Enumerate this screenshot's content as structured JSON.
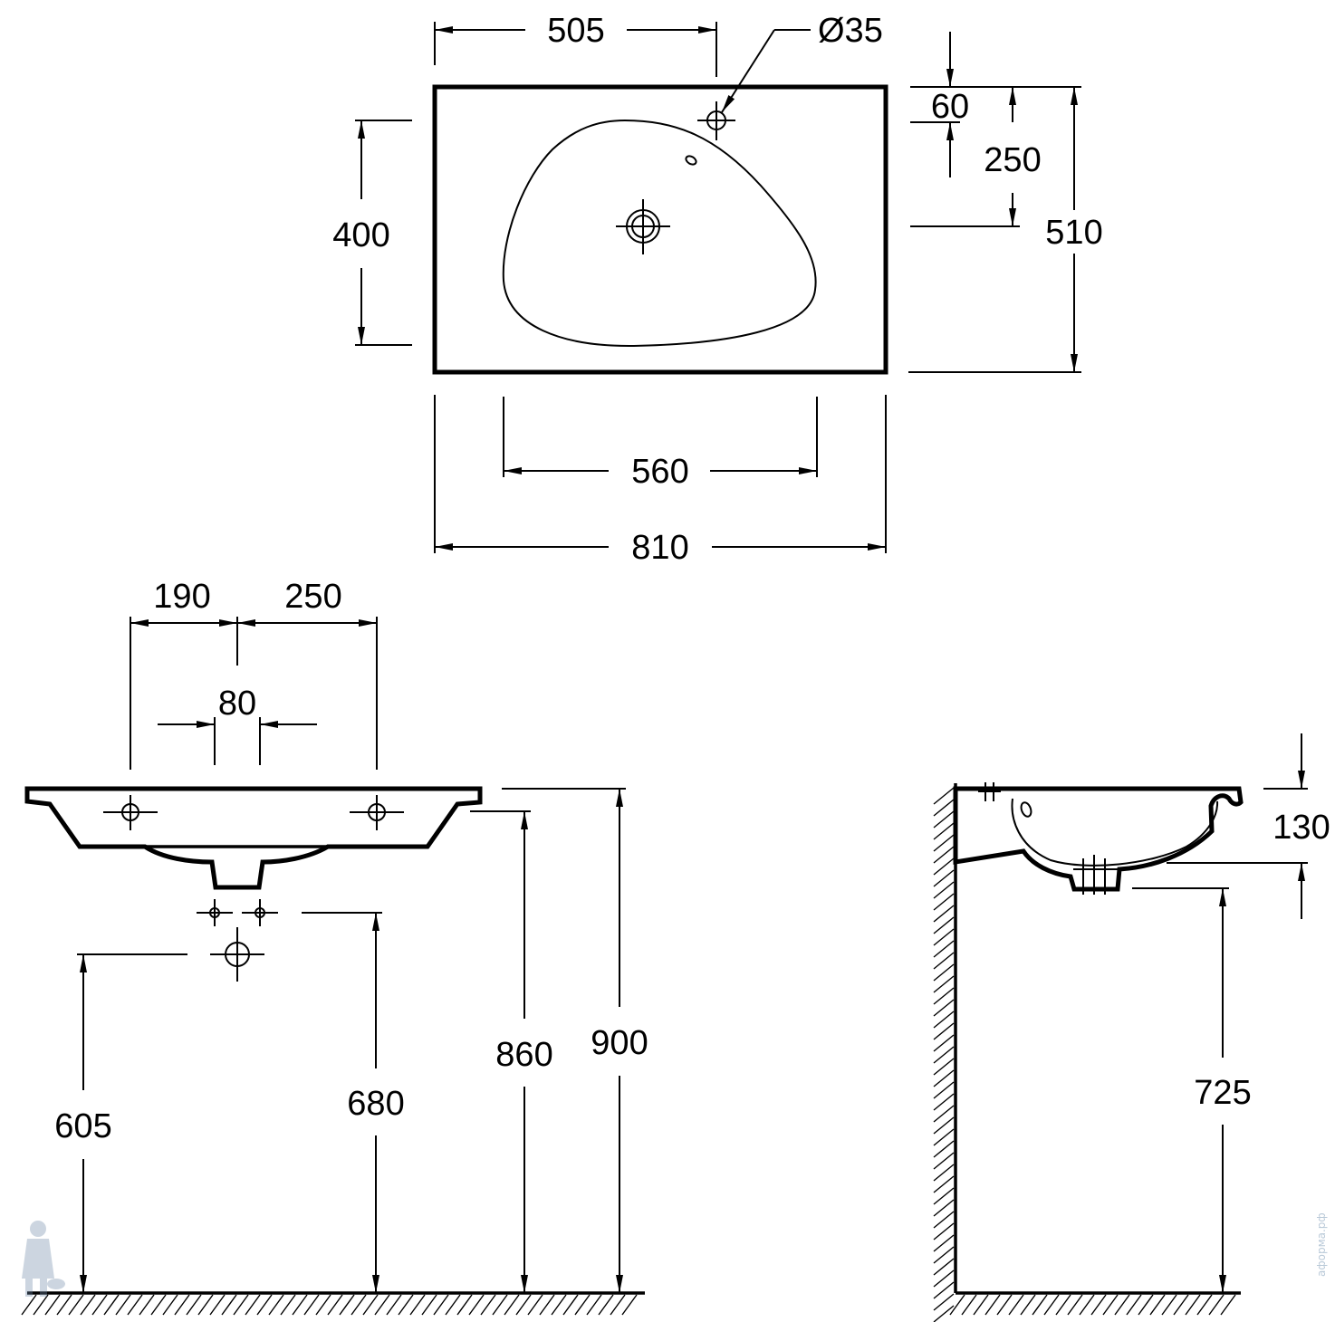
{
  "top_view": {
    "dims": {
      "d505": "505",
      "d35": "Ø35",
      "d60": "60",
      "d250": "250",
      "d510": "510",
      "d400": "400",
      "d560": "560",
      "d810": "810"
    }
  },
  "front_view": {
    "dims": {
      "d190": "190",
      "d250": "250",
      "d80": "80",
      "d860": "860",
      "d900": "900",
      "d605": "605",
      "d680": "680"
    }
  },
  "side_view": {
    "dims": {
      "d130": "130",
      "d725": "725"
    }
  },
  "watermark": "аформа.рф"
}
